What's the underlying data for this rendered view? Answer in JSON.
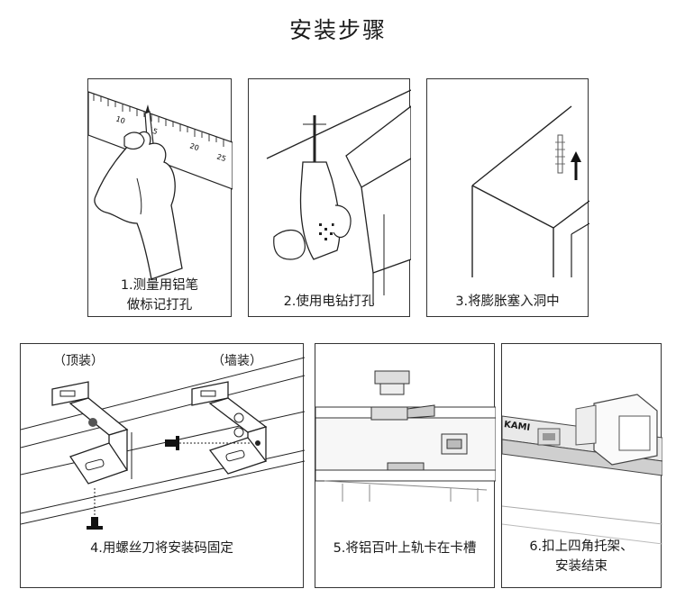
{
  "page": {
    "title": "安装步骤"
  },
  "steps": [
    {
      "caption_line1": "1.测量用铝笔",
      "caption_line2": "做标记打孔",
      "ruler_ticks": [
        "10",
        "15",
        "20",
        "25"
      ]
    },
    {
      "caption_line1": "2.使用电钻打孔"
    },
    {
      "caption_line1": "3.将膨胀塞入洞中"
    },
    {
      "caption_line1": "4.用螺丝刀将安装码固定",
      "label_left": "（顶装）",
      "label_right": "（墙装）"
    },
    {
      "caption_line1": "5.将铝百叶上轨卡在卡槽"
    },
    {
      "caption_line1": "6.扣上四角托架、",
      "caption_line2": "安装结束",
      "brand_text": "KAMI"
    }
  ]
}
